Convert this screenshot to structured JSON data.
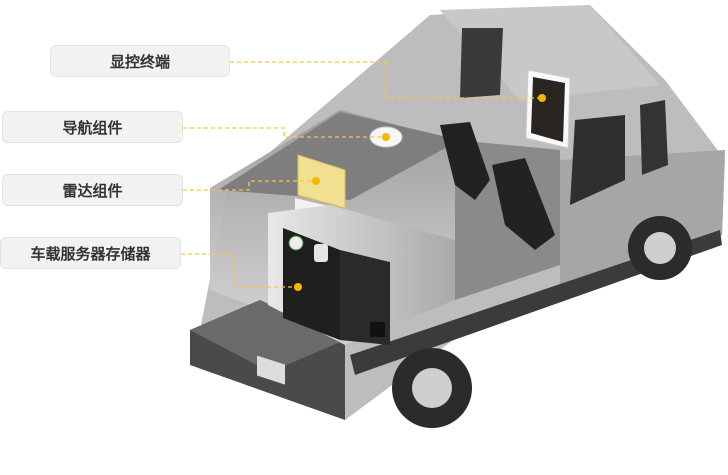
{
  "labels": [
    {
      "id": "display-terminal",
      "text": "显控终端"
    },
    {
      "id": "navigation-module",
      "text": "导航组件"
    },
    {
      "id": "radar-module",
      "text": "雷达组件"
    },
    {
      "id": "onboard-server-storage",
      "text": "车载服务器存储器"
    }
  ],
  "colors": {
    "accent": "#f5b800",
    "leader": "#f5c842",
    "label_bg": "#f2f2f2",
    "label_text": "#333333"
  }
}
